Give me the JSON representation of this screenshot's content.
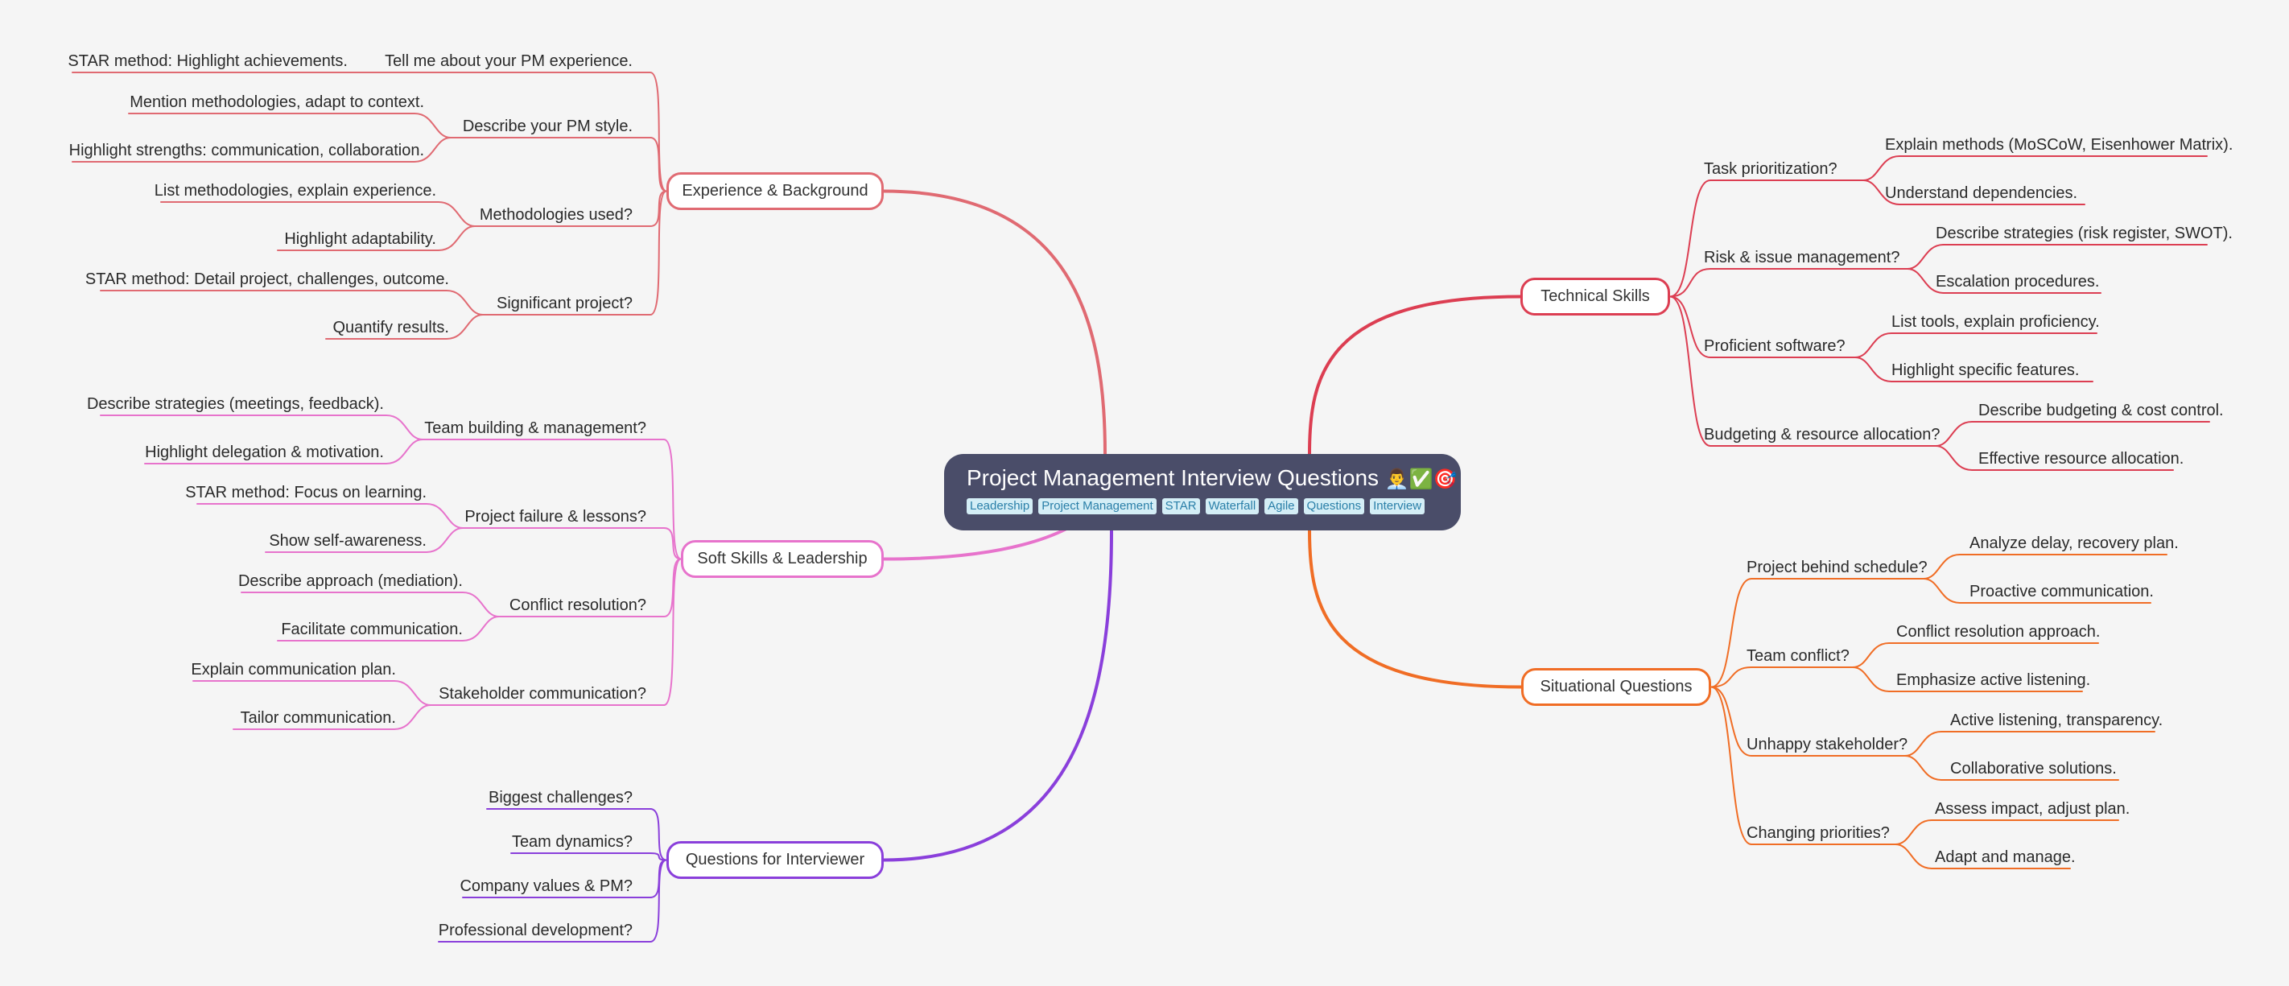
{
  "root": {
    "title": "Project Management Interview Questions",
    "emoji": "👨‍💼✅🎯",
    "tags": [
      "Leadership",
      "Project Management",
      "STAR",
      "Waterfall",
      "Agile",
      "Questions",
      "Interview"
    ]
  },
  "colors": {
    "experience": "#e06a72",
    "soft_skills": "#e773cc",
    "interviewer": "#8a3fdb",
    "technical": "#dc3e52",
    "situational": "#f06d25"
  },
  "branches": {
    "experience": {
      "label": "Experience & Background",
      "children": [
        {
          "label": "Tell me about your PM experience.",
          "leaves": [
            "STAR method: Highlight achievements."
          ]
        },
        {
          "label": "Describe your PM style.",
          "leaves": [
            "Mention methodologies, adapt to context.",
            "Highlight strengths: communication, collaboration."
          ]
        },
        {
          "label": "Methodologies used?",
          "leaves": [
            "List methodologies, explain experience.",
            "Highlight adaptability."
          ]
        },
        {
          "label": "Significant project?",
          "leaves": [
            "STAR method: Detail project, challenges, outcome.",
            "Quantify results."
          ]
        }
      ]
    },
    "soft_skills": {
      "label": "Soft Skills & Leadership",
      "children": [
        {
          "label": "Team building & management?",
          "leaves": [
            "Describe strategies (meetings, feedback).",
            "Highlight delegation & motivation."
          ]
        },
        {
          "label": "Project failure & lessons?",
          "leaves": [
            "STAR method: Focus on learning.",
            "Show self-awareness."
          ]
        },
        {
          "label": "Conflict resolution?",
          "leaves": [
            "Describe approach (mediation).",
            "Facilitate communication."
          ]
        },
        {
          "label": "Stakeholder communication?",
          "leaves": [
            "Explain communication plan.",
            "Tailor communication."
          ]
        }
      ]
    },
    "interviewer": {
      "label": "Questions for Interviewer",
      "children": [
        {
          "label": "Biggest challenges?",
          "leaves": []
        },
        {
          "label": "Team dynamics?",
          "leaves": []
        },
        {
          "label": "Company values & PM?",
          "leaves": []
        },
        {
          "label": "Professional development?",
          "leaves": []
        }
      ]
    },
    "technical": {
      "label": "Technical Skills",
      "children": [
        {
          "label": "Task prioritization?",
          "leaves": [
            "Explain methods (MoSCoW, Eisenhower Matrix).",
            "Understand dependencies."
          ]
        },
        {
          "label": "Risk & issue management?",
          "leaves": [
            "Describe strategies (risk register, SWOT).",
            "Escalation procedures."
          ]
        },
        {
          "label": "Proficient software?",
          "leaves": [
            "List tools, explain proficiency.",
            "Highlight specific features."
          ]
        },
        {
          "label": "Budgeting & resource allocation?",
          "leaves": [
            "Describe budgeting & cost control.",
            "Effective resource allocation."
          ]
        }
      ]
    },
    "situational": {
      "label": "Situational Questions",
      "children": [
        {
          "label": "Project behind schedule?",
          "leaves": [
            "Analyze delay, recovery plan.",
            "Proactive communication."
          ]
        },
        {
          "label": "Team conflict?",
          "leaves": [
            "Conflict resolution approach.",
            "Emphasize active listening."
          ]
        },
        {
          "label": "Unhappy stakeholder?",
          "leaves": [
            "Active listening, transparency.",
            "Collaborative solutions."
          ]
        },
        {
          "label": "Changing priorities?",
          "leaves": [
            "Assess impact, adjust plan.",
            "Adapt and manage."
          ]
        }
      ]
    }
  }
}
